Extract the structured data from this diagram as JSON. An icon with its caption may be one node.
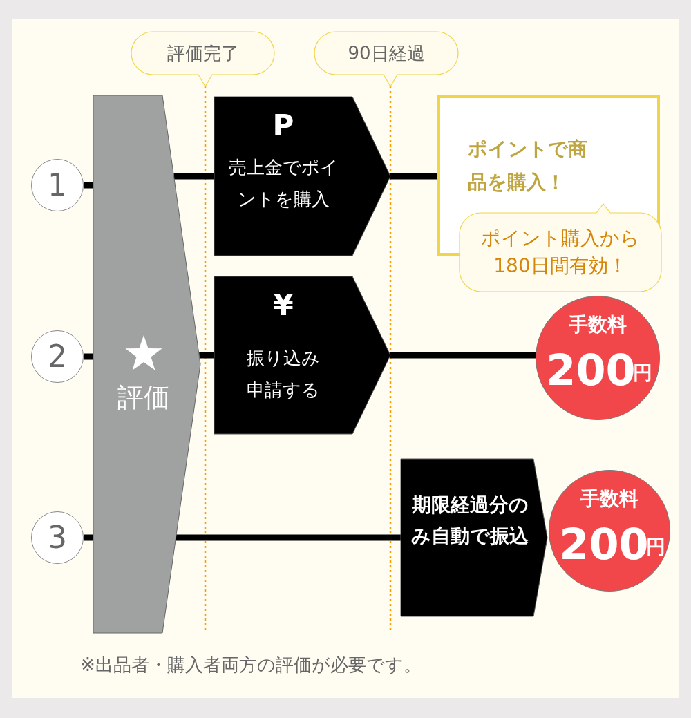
{
  "diagram": {
    "nodes": [
      {
        "text": [
          "1"
        ]
      },
      {
        "text": [
          "2"
        ]
      },
      {
        "text": [
          "3"
        ]
      },
      {
        "text": [
          "評価"
        ]
      },
      {
        "text": [
          "P",
          "売上金でポイントを購入"
        ]
      },
      {
        "text": [
          "¥",
          "振り込み申請する"
        ]
      },
      {
        "text": [
          "期限経過分のみ自動で振込"
        ]
      },
      {
        "text": [
          "ポイントで商品を購入！"
        ]
      },
      {
        "text": [
          "ポイント購入から180日間有効！"
        ]
      },
      {
        "text": [
          "手数料",
          "200",
          "円"
        ]
      },
      {
        "text": [
          "手数料",
          "200",
          "円"
        ]
      },
      {
        "text": [
          "評価完了"
        ]
      },
      {
        "text": [
          "90日経過"
        ]
      }
    ],
    "edges": [
      {
        "from": 0,
        "to": 3,
        "arrow": "none"
      },
      {
        "from": 3,
        "to": 4,
        "arrow": "none"
      },
      {
        "from": 4,
        "to": 7,
        "arrow": "none"
      },
      {
        "from": 1,
        "to": 3,
        "arrow": "none"
      },
      {
        "from": 3,
        "to": 5,
        "arrow": "none"
      },
      {
        "from": 5,
        "to": 9,
        "arrow": "none"
      },
      {
        "from": 2,
        "to": 3,
        "arrow": "none"
      },
      {
        "from": 3,
        "to": 6,
        "arrow": "none"
      }
    ],
    "labels": [
      "※出品者・購入者両方の評価が必要です。"
    ]
  }
}
